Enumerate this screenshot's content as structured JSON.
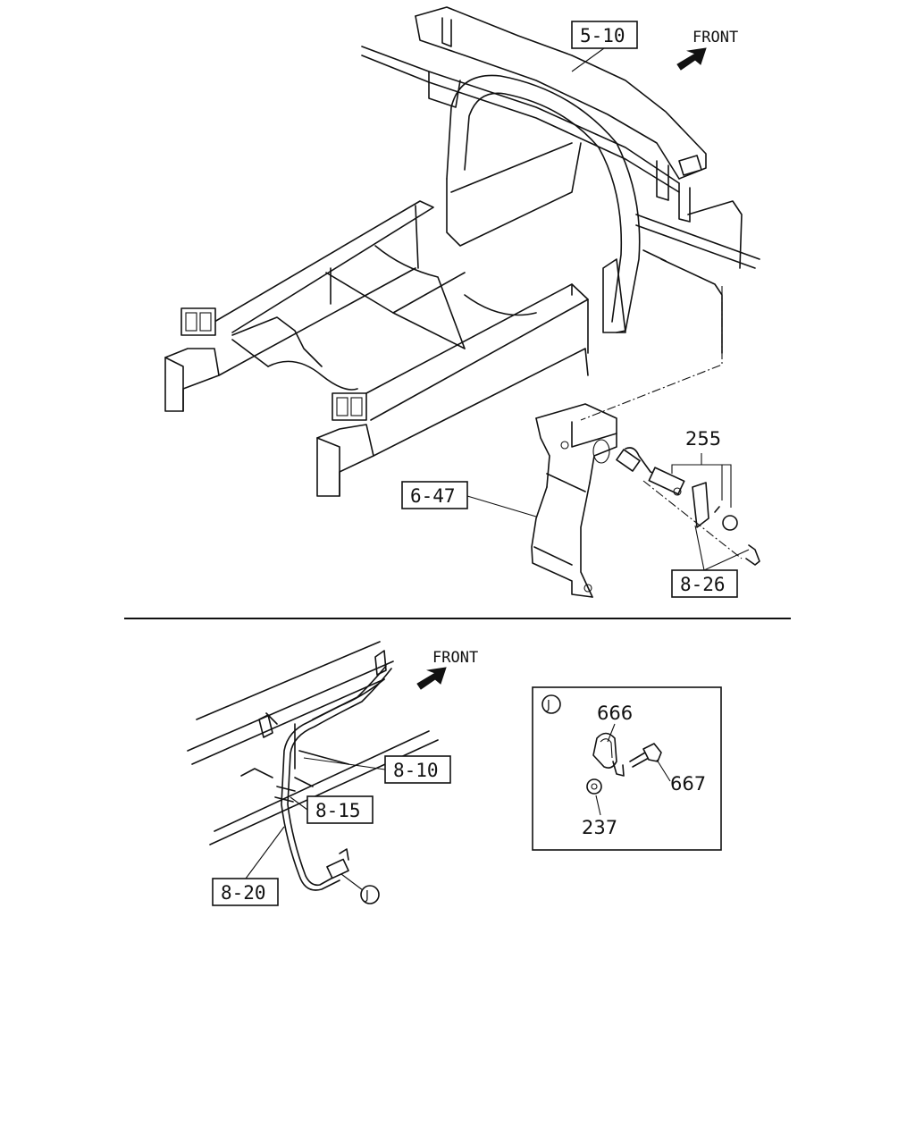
{
  "top_view": {
    "front_label": "FRONT",
    "refs": {
      "r1": "5-10",
      "r2": "6-47",
      "r3": "8-26",
      "r4": "255"
    }
  },
  "bottom_view": {
    "front_label": "FRONT",
    "refs": {
      "r1": "8-10",
      "r2": "8-15",
      "r3": "8-20"
    },
    "callout_marker": "J"
  },
  "detail_J": {
    "marker": "J",
    "parts": {
      "p1": "666",
      "p2": "667",
      "p3": "237"
    }
  }
}
